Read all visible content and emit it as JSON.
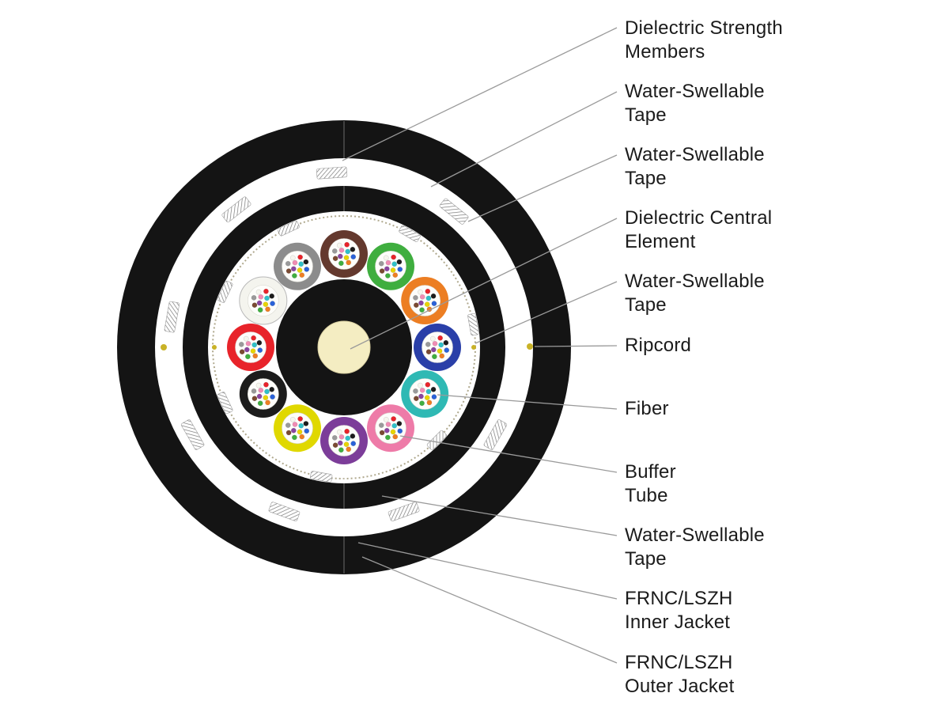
{
  "figure": {
    "type": "fiber-optic-cable-cross-section",
    "labels": [
      {
        "id": "dielectric-strength-members",
        "text": "Dielectric Strength\nMembers"
      },
      {
        "id": "water-swellable-tape-1",
        "text": "Water-Swellable\nTape"
      },
      {
        "id": "water-swellable-tape-2",
        "text": "Water-Swellable\nTape"
      },
      {
        "id": "dielectric-central-element",
        "text": "Dielectric Central\nElement"
      },
      {
        "id": "water-swellable-tape-3",
        "text": "Water-Swellable\nTape"
      },
      {
        "id": "ripcord",
        "text": "Ripcord"
      },
      {
        "id": "fiber",
        "text": "Fiber"
      },
      {
        "id": "buffer-tube",
        "text": "Buffer\nTube"
      },
      {
        "id": "water-swellable-tape-4",
        "text": "Water-Swellable\nTape"
      },
      {
        "id": "frnc-lszh-inner-jacket",
        "text": "FRNC/LSZH\nInner Jacket"
      },
      {
        "id": "frnc-lszh-outer-jacket",
        "text": "FRNC/LSZH\nOuter Jacket"
      }
    ],
    "colors": {
      "jacket": "#141414",
      "tape": "#ffffff",
      "core": "#ffffff",
      "central_element": "#f4edc2",
      "ripcord": "#c9b227",
      "leader_line": "#9a9a9a",
      "label_text": "#1b1b1b",
      "tube_inner": "#fdfdfa"
    },
    "buffer_tubes": [
      {
        "name": "blue",
        "color": "#2a3fa8",
        "angle": 0
      },
      {
        "name": "orange",
        "color": "#ec7e23",
        "angle": 30
      },
      {
        "name": "green",
        "color": "#3fae3f",
        "angle": 60
      },
      {
        "name": "brown",
        "color": "#64392e",
        "angle": 90
      },
      {
        "name": "slate",
        "color": "#8c8c8c",
        "angle": 120
      },
      {
        "name": "white",
        "color": "#f4f4ee",
        "angle": 150,
        "stroke": "#b9b9b9"
      },
      {
        "name": "red",
        "color": "#e8232a",
        "angle": 180
      },
      {
        "name": "black",
        "color": "#1c1c1c",
        "angle": 210
      },
      {
        "name": "yellow",
        "color": "#e0d800",
        "angle": 240
      },
      {
        "name": "violet",
        "color": "#7c3d99",
        "angle": 270
      },
      {
        "name": "rose",
        "color": "#ee7ba8",
        "angle": 300
      },
      {
        "name": "aqua",
        "color": "#2fb9b4",
        "angle": 330
      }
    ],
    "fiber_colors": [
      "#2a62d8",
      "#ee7e22",
      "#3fae3f",
      "#7a4a32",
      "#9a9a9a",
      "#f6f6ee",
      "#e8232a",
      "#1c1c1c",
      "#e8d400",
      "#8a46a0",
      "#f08cb4",
      "#30c0c8"
    ]
  }
}
